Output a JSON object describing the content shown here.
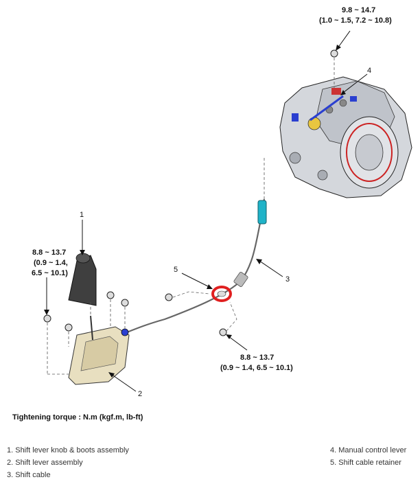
{
  "torque": {
    "transmission_bolt_line1": "9.8 ~ 14.7",
    "transmission_bolt_line2": "(1.0 ~ 1.5, 7.2 ~ 10.8)",
    "lever_bolt_line1": "8.8 ~ 13.7",
    "lever_bolt_line2": "(0.9 ~ 1.4,",
    "lever_bolt_line3": "6.5 ~ 10.1)",
    "retainer_bolt_line1": "8.8 ~ 13.7",
    "retainer_bolt_line2": "(0.9 ~ 1.4, 6.5 ~ 10.1)"
  },
  "callouts": {
    "c1": "1",
    "c2": "2",
    "c3": "3",
    "c4": "4",
    "c5": "5"
  },
  "heading": "Tightening torque : N.m (kgf.m, lb-ft)",
  "legend": {
    "left": [
      "1. Shift lever knob & boots assembly",
      "2. Shift lever assembly",
      "3. Shift cable"
    ],
    "right": [
      "4. Manual control lever",
      "5. Shift cable retainer"
    ]
  },
  "colors": {
    "retainer": "#e02020",
    "cable_end": "#1fb3c8",
    "lever_link": "#2a3fd0",
    "transmission_body": "#c9ccd2",
    "outline": "#222222"
  }
}
